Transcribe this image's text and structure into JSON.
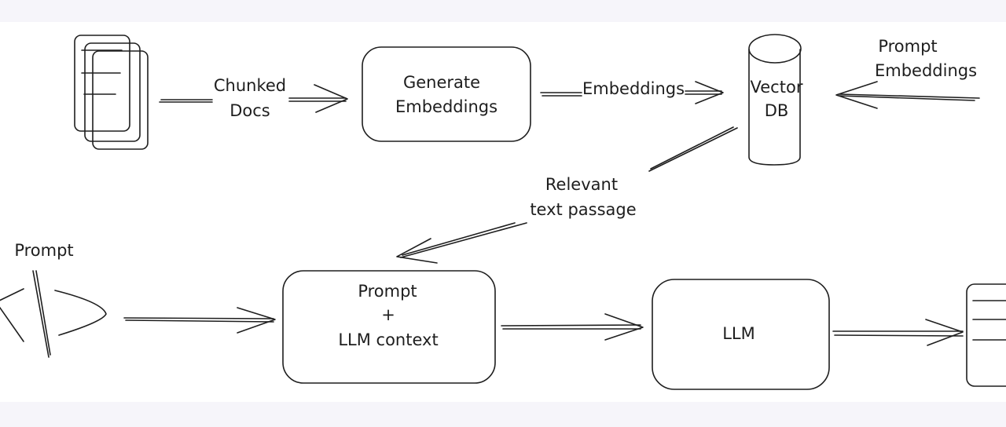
{
  "diagram": {
    "colors": {
      "green": "#b2f2bb",
      "blue": "#a5d8ff",
      "red": "#ffc9c9",
      "ink": "#1e1e1e",
      "band": "#f6f5fa"
    },
    "nodes": {
      "docs": {
        "label": "",
        "icon": "document-stack-icon"
      },
      "generate_embeddings": {
        "line1": "Generate",
        "line2": "Embeddings"
      },
      "vector_db": {
        "line1": "Vector",
        "line2": "DB"
      },
      "prompt_code": {
        "label": "Prompt",
        "icon": "code-brackets-icon"
      },
      "prompt_context": {
        "line1": "Prompt",
        "line2": "+",
        "line3": "LLM context"
      },
      "llm": {
        "label": "LLM"
      },
      "output_doc": {
        "icon": "document-icon"
      }
    },
    "edges": {
      "chunked_docs": {
        "line1": "Chunked",
        "line2": "Docs"
      },
      "embeddings": {
        "label": "Embeddings"
      },
      "prompt_embeddings": {
        "line1": "Prompt",
        "line2": "Embeddings"
      },
      "relevant_passage": {
        "line1": "Relevant",
        "line2": "text passage"
      }
    }
  }
}
